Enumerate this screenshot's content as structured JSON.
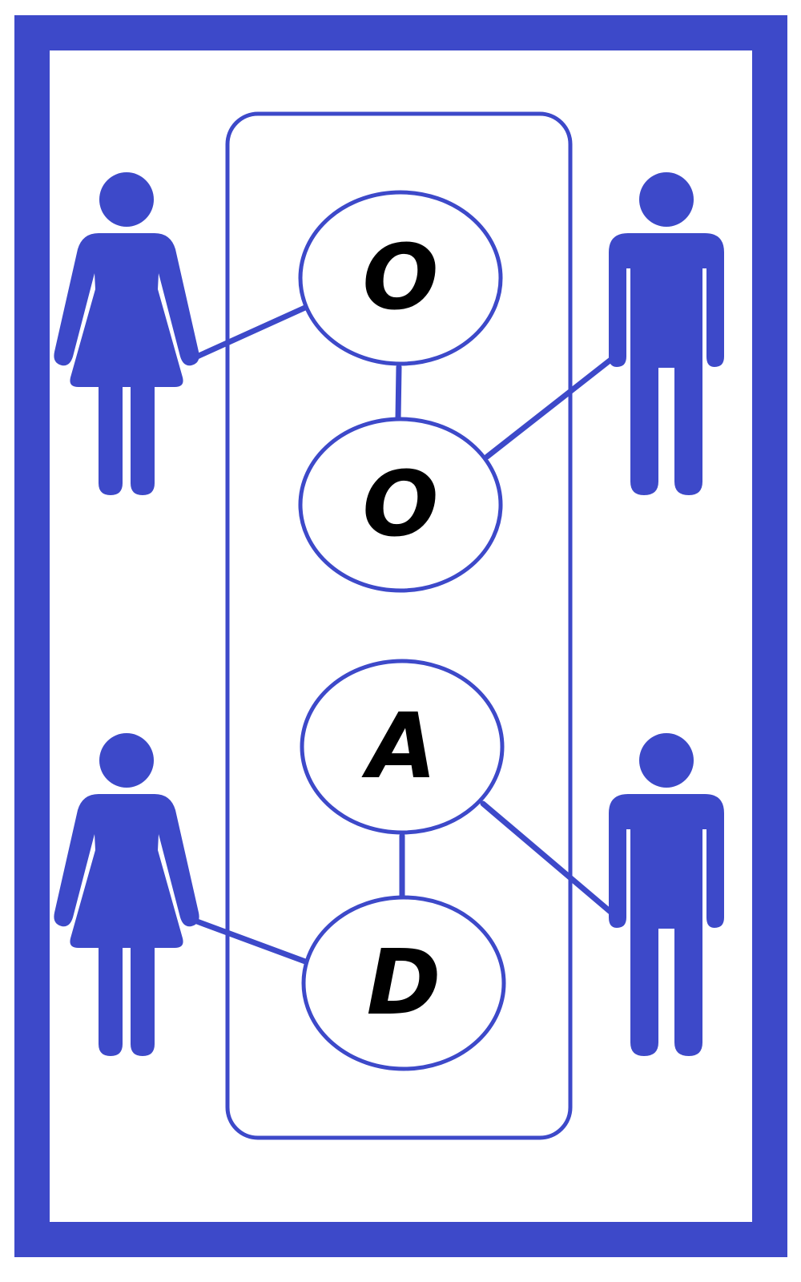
{
  "colors": {
    "primary": "#3d49c9",
    "background": "#ffffff",
    "text": "#000000"
  },
  "figures": [
    {
      "id": "person-top-left",
      "type": "female-figure-icon"
    },
    {
      "id": "person-top-right",
      "type": "male-figure-icon"
    },
    {
      "id": "person-bottom-left",
      "type": "female-figure-icon"
    },
    {
      "id": "person-bottom-right",
      "type": "male-figure-icon"
    }
  ],
  "nodes": {
    "node1": "O",
    "node2": "O",
    "node3": "A",
    "node4": "D"
  }
}
